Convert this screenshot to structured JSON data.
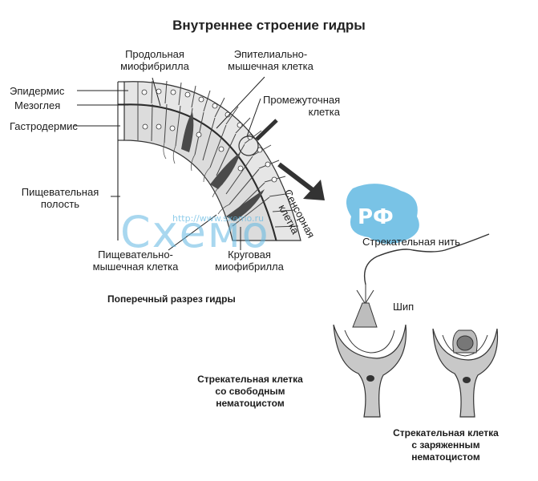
{
  "title": "Внутреннее строение гидры",
  "labels": {
    "longitudinal_1": "Продольная",
    "longitudinal_2": "миофибрилла",
    "epithelial_1": "Эпителиально-",
    "epithelial_2": "мышечная клетка",
    "intermediate_1": "Промежуточная",
    "intermediate_2": "клетка",
    "epidermis": "Эпидермис",
    "mesoglea": "Мезоглея",
    "gastrodermis": "Гастродермис",
    "cavity_1": "Пищевательная",
    "cavity_2": "полость",
    "sensory_1": "Сенсорная",
    "sensory_2": "клетка",
    "digestive_1": "Пищевательно-",
    "digestive_2": "мышечная клетка",
    "circular_1": "Круговая",
    "circular_2": "миофибрилла",
    "cross_section": "Поперечный разрез гидры",
    "thread": "Стрекательная нить",
    "spike": "Шип",
    "free_1": "Стрекательная клетка",
    "free_2": "со свободным",
    "free_3": "нематоцистом",
    "charged_1": "Стрекательная клетка",
    "charged_2": "с заряженным",
    "charged_3": "нематоцистом"
  },
  "watermark": {
    "site": "http://www.sxemo.ru",
    "word": "Схемо",
    "badge": "РФ"
  },
  "colors": {
    "watermark_blue": "#62b8e2",
    "cell_fill": "#e4e4e4",
    "dark_cell": "#4a4a4a"
  }
}
